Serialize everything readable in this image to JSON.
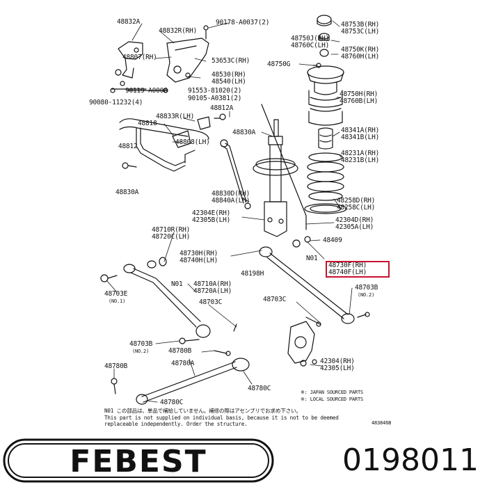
{
  "labels": {
    "48832A": "48832A",
    "48832R": "48832R(RH)",
    "90178": "90178-A0037(2)",
    "48753B": "48753B(RH)",
    "48753C": "48753C(LH)",
    "48750J": "48750J(RH)",
    "48760C": "48760C(LH)",
    "48750K": "48750K(RH)",
    "48760H": "48760H(LH)",
    "48807": "48807(RH)",
    "53653C": "53653C(RH)",
    "48750G": "48750G",
    "48530": "48530(RH)",
    "48540": "48540(LH)",
    "90119": "90119-A0008",
    "91553": "91553-81020(2)",
    "90105": "90105-A0381(2)",
    "48750H": "48750H(RH)",
    "48760B": "48760B(LH)",
    "90080": "90080-11232(4)",
    "48812A": "48812A",
    "48833R": "48833R(LH)",
    "48818": "48818",
    "48830A_top": "48830A",
    "48341A": "48341A(RH)",
    "48341B": "48341B(LH)",
    "48812": "48812",
    "48808": "48808(LH)",
    "48231A": "48231A(RH)",
    "48231B": "48231B(LH)",
    "48830A_left": "48830A",
    "48830D": "48830D(RH)",
    "48840A": "48840A(LH)",
    "48258D": "48258D(RH)",
    "48258C": "48258C(LH)",
    "42304E": "42304E(RH)",
    "42305B": "42305B(LH)",
    "42304D": "42304D(RH)",
    "42305A": "42305A(LH)",
    "48710R": "48710R(RH)",
    "48720C": "48720C(LH)",
    "48409": "48409",
    "48730H": "48730H(RH)",
    "48740H": "48740H(LH)",
    "N01_right": "N01",
    "48730F": "48730F(RH)",
    "48740F": "48740F(LH)",
    "48198H": "48198H",
    "48703E_left": "48703E",
    "NO1_left": "(NO.1)",
    "N01_mid": "N01",
    "48710A": "48710A(RH)",
    "48720A": "48720A(LH)",
    "48703B_right": "48703B",
    "NO2_right": "(NO.2)",
    "48703C_mid": "48703C",
    "48703C_right": "48703C",
    "48703B_left": "48703B",
    "NO2_left": "(NO.2)",
    "48780B_mid": "48780B",
    "42304": "42304(RH)",
    "42305": "42305(LH)",
    "48780A": "48780A",
    "48780B_left": "48780B",
    "48780C_bottom": "48780C",
    "48780C_left": "48780C",
    "japan_sourced": "※: JAPAN SOURCED PARTS",
    "local_sourced": "※: LOCAL SOURCED PARTS",
    "note_jp": "N01  この部品は、単品で補給していません。補修の際はアセンブリでお求め下さい。",
    "note_en1": "This part is not supplied on individual basis, because it is not to be deemed",
    "note_en2": "replaceable independently. Order the structure.",
    "ref_code": "483846B"
  },
  "brand": {
    "name": "FEBEST",
    "part_number": "0198011",
    "logo_color": "#111111"
  },
  "highlight_color": "#c8102e"
}
